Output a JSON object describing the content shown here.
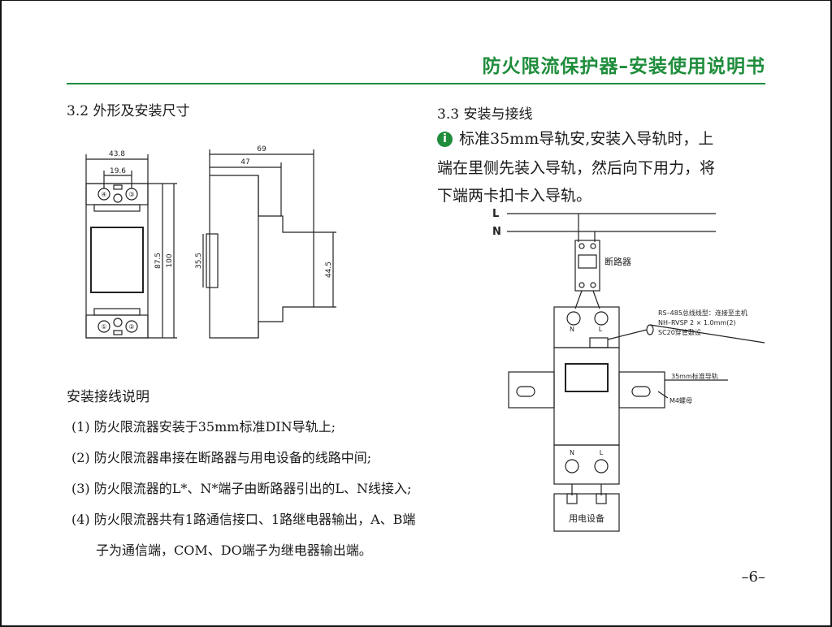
{
  "header": {
    "title": "防火限流保护器–安装使用说明书"
  },
  "section_3_2": {
    "heading": "3.2 外形及安装尺寸",
    "dims": {
      "w_overall": "43.8",
      "w_terminal": "19.6",
      "h_inner": "87.5",
      "h_outer": "100",
      "depth_overall": "69",
      "depth_body": "47",
      "rail_gap": "35.5",
      "body_h": "44.5"
    },
    "terminals": {
      "t4": "④",
      "t3": "③",
      "t1": "①",
      "t2": "②"
    }
  },
  "section_3_3": {
    "heading": "3.3 安装与接线",
    "tip_icon": "info-icon",
    "tip_lines": [
      "标准35mm导轨安,安装入导轨时，上",
      "端在里侧先装入导轨，然后向下用力，将",
      "下端两卡扣卡入导轨。"
    ],
    "diagram": {
      "line_l": "L",
      "line_n": "N",
      "breaker_label": "断路器",
      "term_n": "N",
      "term_l": "L",
      "cable_note_1": "RS–485总线线型：连接至主机",
      "cable_note_2": "NH–RVSP  2 × 1.0mm(2)",
      "cable_note_3": "SC20穿管敷设",
      "rail_label": "35mm标准导轨",
      "nut_label": "M4螺母",
      "load_label": "用电设备"
    }
  },
  "notes": {
    "title": "安装接线说明",
    "items": [
      "(1) 防火限流器安装于35mm标准DIN导轨上;",
      "(2) 防火限流器串接在断路器与用电设备的线路中间;",
      "(3) 防火限流器的L*、N*端子由断路器引出的L、N线接入;",
      "(4) 防火限流器共有1路通信接口、1路继电器输出，A、B端",
      "子为通信端，COM、DO端子为继电器输出端。"
    ]
  },
  "footer": {
    "page_number": "–6–"
  },
  "colors": {
    "accent": "#1f8d3c",
    "ink": "#1a1a1a"
  }
}
